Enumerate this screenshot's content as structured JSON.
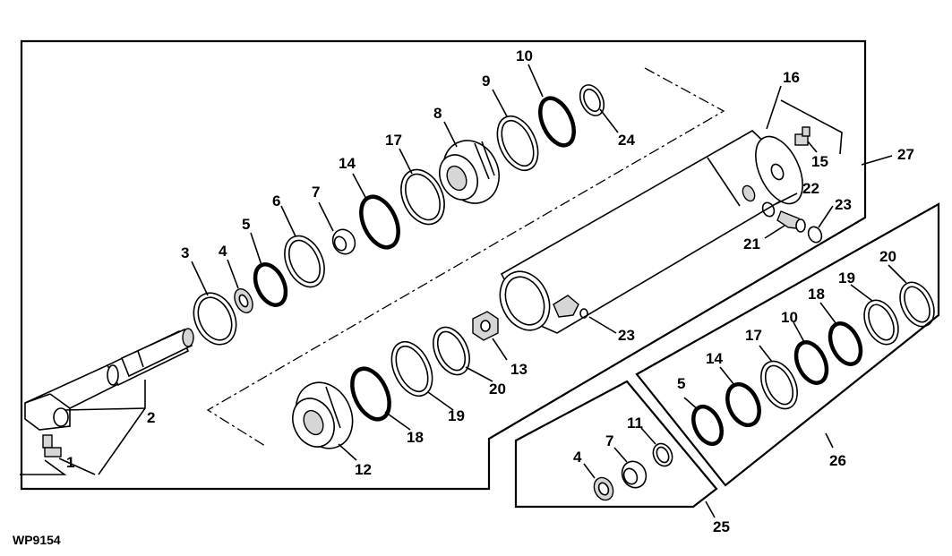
{
  "diagram": {
    "figure_id": "WP9154",
    "callouts": {
      "c1": "1",
      "c2": "2",
      "c3": "3",
      "c4": "4",
      "c5": "5",
      "c6": "6",
      "c7": "7",
      "c8": "8",
      "c9": "9",
      "c10": "10",
      "c12": "12",
      "c13": "13",
      "c14": "14",
      "c15": "15",
      "c16": "16",
      "c17": "17",
      "c18": "18",
      "c19": "19",
      "c20": "20",
      "c21": "21",
      "c22": "22",
      "c23a": "23",
      "c23b": "23",
      "c24": "24",
      "c27": "27"
    },
    "seal_kit": {
      "callouts": {
        "c26": "26",
        "c5": "5",
        "c14": "14",
        "c17": "17",
        "c10": "10",
        "c18": "18",
        "c19": "19",
        "c20": "20"
      }
    },
    "small_kit": {
      "callouts": {
        "c25": "25",
        "c4": "4",
        "c7": "7",
        "c11": "11"
      }
    }
  }
}
